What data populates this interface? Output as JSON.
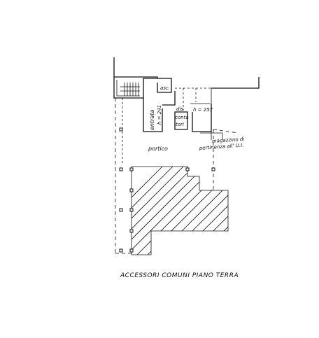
{
  "drawing": {
    "title": "ACCESSORI COMUNI PIANO TERRA",
    "rooms": {
      "entrata": "entrata",
      "entrata_height": "h = 241",
      "asc": "asc.",
      "dis": "dis",
      "contatori_line1": "conta",
      "contatori_line2": "tori",
      "magazzino_height": "h = 257",
      "portico": "portico"
    },
    "callout": {
      "line1": "magazzino di",
      "line2": "pertinenza all' U.I."
    }
  }
}
